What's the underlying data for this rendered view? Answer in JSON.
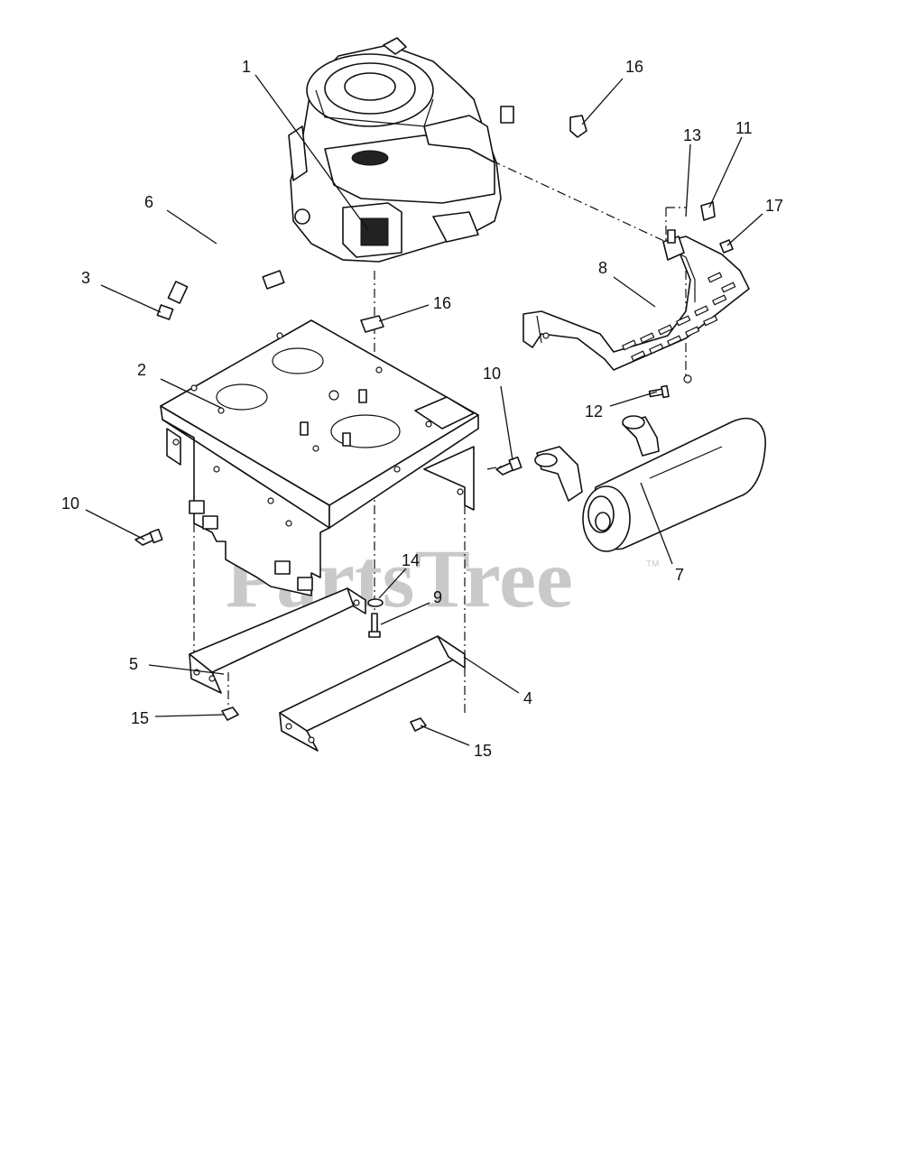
{
  "watermark": {
    "text": "PartsTree",
    "trademark": "TM"
  },
  "callouts": {
    "engine": "1",
    "engine_mount_plate": "2",
    "hose_fitting": "3",
    "rear_bracket": "4",
    "front_bracket": "5",
    "fuel_hose": "6",
    "muffler": "7",
    "muffler_guard": "8",
    "bolt_center": "9",
    "bolt_left": "10",
    "bolt_right": "10",
    "clip": "11",
    "bolt_guard": "12",
    "screw_guard": "13",
    "washer": "14",
    "nut_left": "15",
    "nut_right": "15",
    "spacer_top": "16",
    "spacer_plate": "16",
    "nut_guard": "17"
  }
}
